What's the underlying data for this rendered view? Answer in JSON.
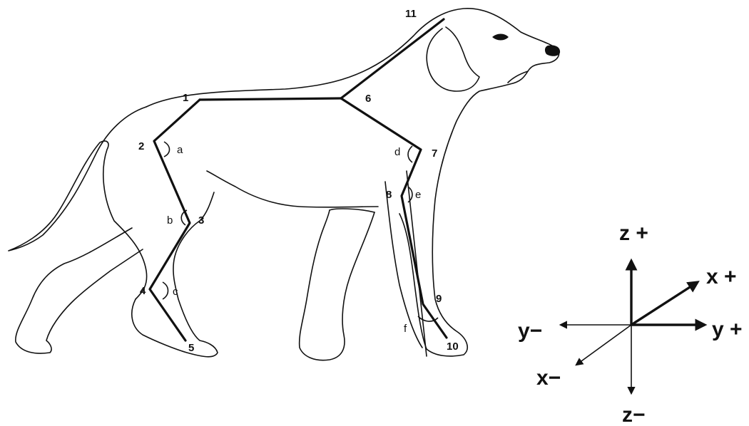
{
  "joints": [
    {
      "id": "1",
      "label": "1"
    },
    {
      "id": "2",
      "label": "2"
    },
    {
      "id": "3",
      "label": "3"
    },
    {
      "id": "4",
      "label": "4"
    },
    {
      "id": "5",
      "label": "5"
    },
    {
      "id": "6",
      "label": "6"
    },
    {
      "id": "7",
      "label": "7"
    },
    {
      "id": "8",
      "label": "8"
    },
    {
      "id": "9",
      "label": "9"
    },
    {
      "id": "10",
      "label": "10"
    },
    {
      "id": "11",
      "label": "11"
    }
  ],
  "angles": [
    {
      "id": "a",
      "label": "a"
    },
    {
      "id": "b",
      "label": "b"
    },
    {
      "id": "c",
      "label": "c"
    },
    {
      "id": "d",
      "label": "d"
    },
    {
      "id": "e",
      "label": "e"
    },
    {
      "id": "f",
      "label": "f"
    }
  ],
  "axes": {
    "z_plus": "z +",
    "z_minus": "z−",
    "x_plus": "x +",
    "x_minus": "x−",
    "y_plus": "y +",
    "y_minus": "y−"
  }
}
